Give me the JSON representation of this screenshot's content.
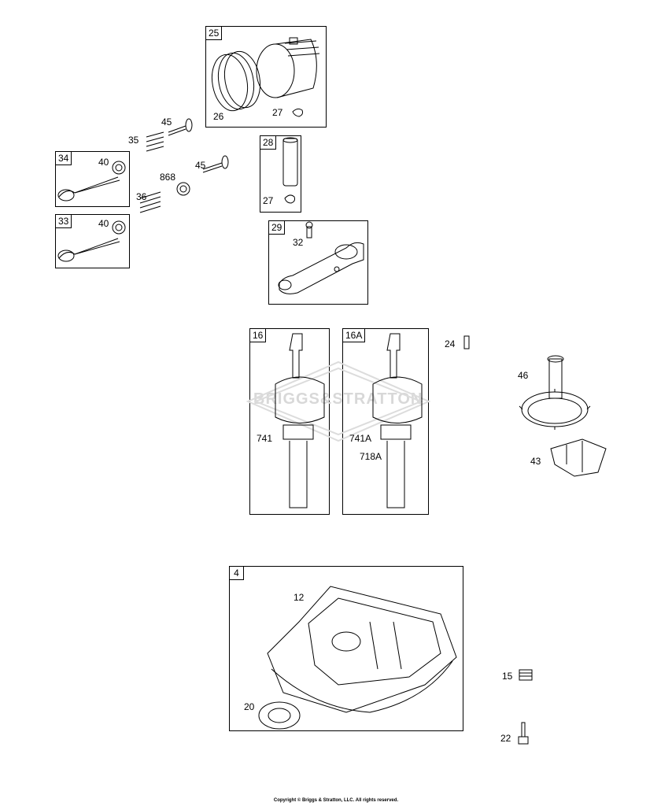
{
  "boxes": {
    "b25": "25",
    "b28": "28",
    "b29": "29",
    "b34": "34",
    "b33": "33",
    "b16": "16",
    "b16a": "16A",
    "b4": "4"
  },
  "labels": {
    "l26": "26",
    "l27a": "27",
    "l27b": "27",
    "l45a": "45",
    "l45b": "45",
    "l35": "35",
    "l40a": "40",
    "l40b": "40",
    "l868": "868",
    "l36": "36",
    "l32": "32",
    "l741": "741",
    "l741a": "741A",
    "l718a": "718A",
    "l24": "24",
    "l46": "46",
    "l43": "43",
    "l12": "12",
    "l20": "20",
    "l15": "15",
    "l22": "22"
  },
  "watermark": "BRIGGS&STRATTON",
  "copyright": "Copyright © Briggs & Stratton, LLC. All rights reserved."
}
